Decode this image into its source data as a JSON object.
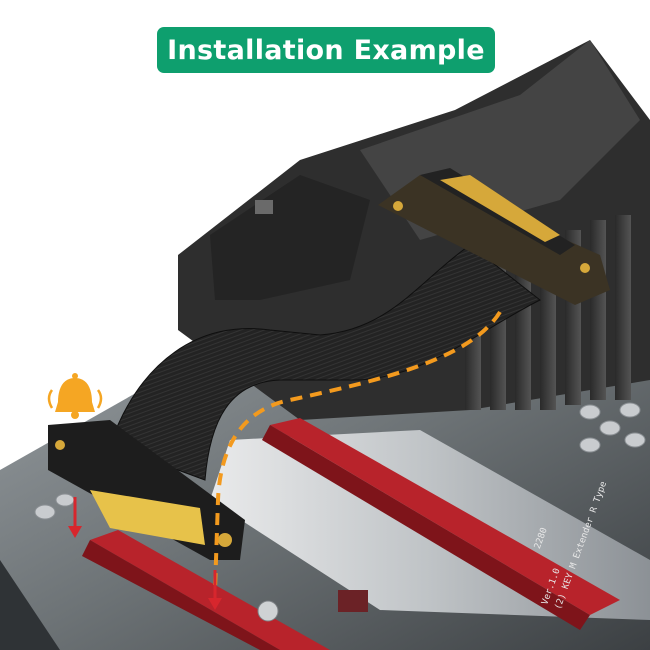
{
  "title": "Installation Example",
  "board_label": "(2) KEY M Extender R Type",
  "board_version": "Ver.1.0",
  "board_size": "2280",
  "colors": {
    "title_bg": "#0e9f6e",
    "pcie_slot": "#b8232b",
    "dashed_path": "#f39a1e",
    "arrow": "#d7262d",
    "bell": "#f5a623"
  },
  "icons": [
    "bell-icon",
    "down-arrow-icon",
    "dashed-connection-path"
  ]
}
